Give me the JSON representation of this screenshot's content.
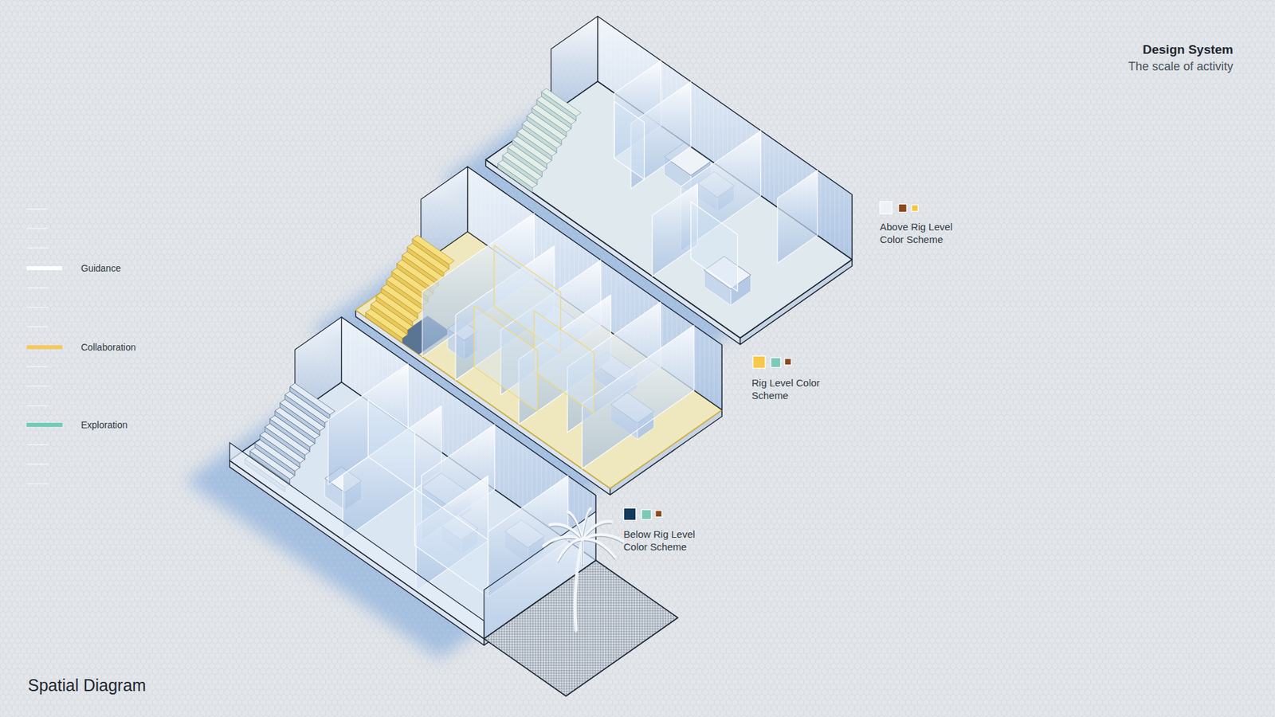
{
  "diagram": {
    "title": "Design System",
    "caption": "Spatial Diagram",
    "labels": [
      "The scale of activity",
      "Above Rig Level Color Scheme",
      "Rig Level Color Scheme",
      "Below Rig Level Color Scheme"
    ],
    "legend": [
      {
        "text": "Guidance",
        "color": "#ffffff"
      },
      {
        "text": "Collaboration",
        "color": "#f6c95b"
      },
      {
        "text": "Exploration",
        "color": "#6fcdb9"
      }
    ]
  }
}
